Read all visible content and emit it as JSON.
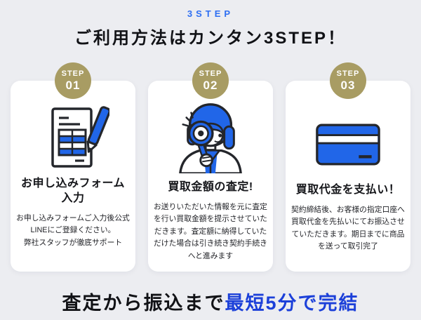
{
  "page": {
    "eyebrow": "3STEP",
    "title": "ご利用方法はカンタン3STEP！"
  },
  "colors": {
    "accent_blue": "#2e6ff2",
    "deep_blue": "#1c40d9",
    "badge_gold": "#a89c63",
    "page_bg": "#ecedf1",
    "card_bg": "#ffffff",
    "ink": "#111216",
    "illus_blue": "#2166e8",
    "outline": "#24262b"
  },
  "steps": [
    {
      "badge_label": "STEP",
      "badge_number": "01",
      "icon": "form-pen-icon",
      "title": [
        "お申し込みフォーム",
        "入力"
      ],
      "description": [
        "お申し込みフォームご入力後公式",
        "LINEにご登録ください。",
        "弊社スタッフが徹底サポート"
      ]
    },
    {
      "badge_label": "STEP",
      "badge_number": "02",
      "icon": "magnifier-woman-icon",
      "title": [
        "買取金額の査定!"
      ],
      "description": [
        "お送りいただいた情報を元に査定",
        "を行い買取金額を提示させていた",
        "だきます。査定額に納得していた",
        "だけた場合は引き続き契約手続き",
        "へと進みます"
      ]
    },
    {
      "badge_label": "STEP",
      "badge_number": "03",
      "icon": "credit-card-icon",
      "title": [
        "買取代金を支払い！"
      ],
      "description": [
        "契約締結後、お客様の指定口座へ",
        "買取代金を先払いにてお振込させ",
        "ていただきます。期日までに商品",
        "を送って取引完了"
      ]
    }
  ],
  "footer": {
    "prefix": "査定から振込まで",
    "highlight": "最短5分で完結"
  }
}
